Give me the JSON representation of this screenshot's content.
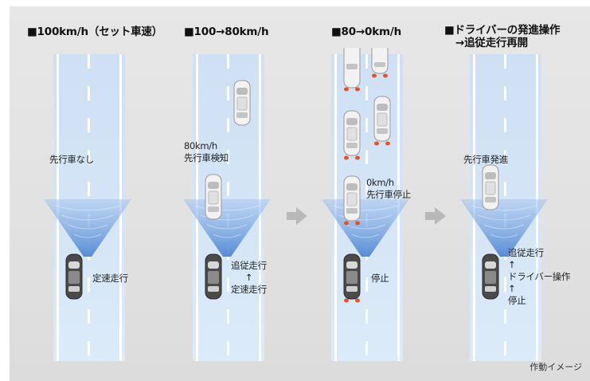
{
  "colors": {
    "background": "#e4e4e4",
    "road": "#d3e4f6",
    "radar": "#4d86d4",
    "heading_text": "#111111",
    "arrow": "#b9b9b9",
    "brake_light": "#e8502a"
  },
  "panels": [
    {
      "heading": [
        "■100km/h（セット車速）"
      ],
      "preceding_label": "先行車なし",
      "ego_label": "定速走行"
    },
    {
      "heading": [
        "■100→80km/h"
      ],
      "preceding_label": "80km/h\n先行車検知",
      "ego_label": "追従走行\n↑\n定速走行"
    },
    {
      "heading": [
        "■80→0km/h"
      ],
      "preceding_label": "0km/h\n先行車停止",
      "ego_label": "停止"
    },
    {
      "heading": [
        "■ドライバーの発進操作",
        "→追従走行再開"
      ],
      "preceding_label": "先行車発進",
      "ego_label": "追従走行\n↑\nドライバー操作\n↑\n停止"
    }
  ],
  "icons": {
    "transition_arrow": "right-arrow-icon",
    "radar": "radar-beam-icon",
    "ego_car": "dark-car-icon",
    "other_car": "white-car-icon"
  },
  "footer_note": "作動イメージ"
}
